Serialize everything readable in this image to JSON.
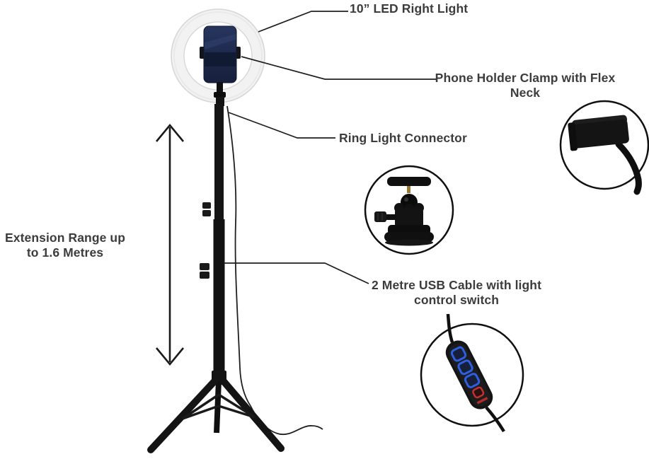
{
  "annotations": {
    "led_light": "10” LED Right Light",
    "phone_holder": "Phone Holder Clamp with Flex Neck",
    "ring_connector": "Ring Light Connector",
    "extension_range": "Extension Range up to 1.6 Metres",
    "usb_cable": "2 Metre USB Cable with light control switch"
  },
  "parts": [
    {
      "name": "ring-light",
      "description": "10 inch LED ring light"
    },
    {
      "name": "phone",
      "description": "smartphone mounted in holder"
    },
    {
      "name": "ring-light-connector",
      "description": "connector joining ring light to stand"
    },
    {
      "name": "stand-pole",
      "description": "extendable tripod pole"
    },
    {
      "name": "extension-arrow",
      "description": "double-headed arrow showing extension range"
    },
    {
      "name": "tripod-legs",
      "description": "folding tripod base"
    },
    {
      "name": "power-cable",
      "description": "USB power cable"
    },
    {
      "name": "ball-head-inset",
      "description": "ball head connector close-up"
    },
    {
      "name": "phone-clamp-inset",
      "description": "phone holder clamp with flex neck close-up"
    },
    {
      "name": "usb-remote-inset",
      "description": "inline light control switch close-up"
    }
  ],
  "colors": {
    "label_text": "#3c3c3c",
    "line": "#1f1f1f",
    "phone_navy": "#1f2b4e",
    "phone_band": "#111a33",
    "ring_gray": "#f2f2f2",
    "button_blue": "#2e5fe0",
    "button_red": "#c23232",
    "background": "#ffffff"
  }
}
